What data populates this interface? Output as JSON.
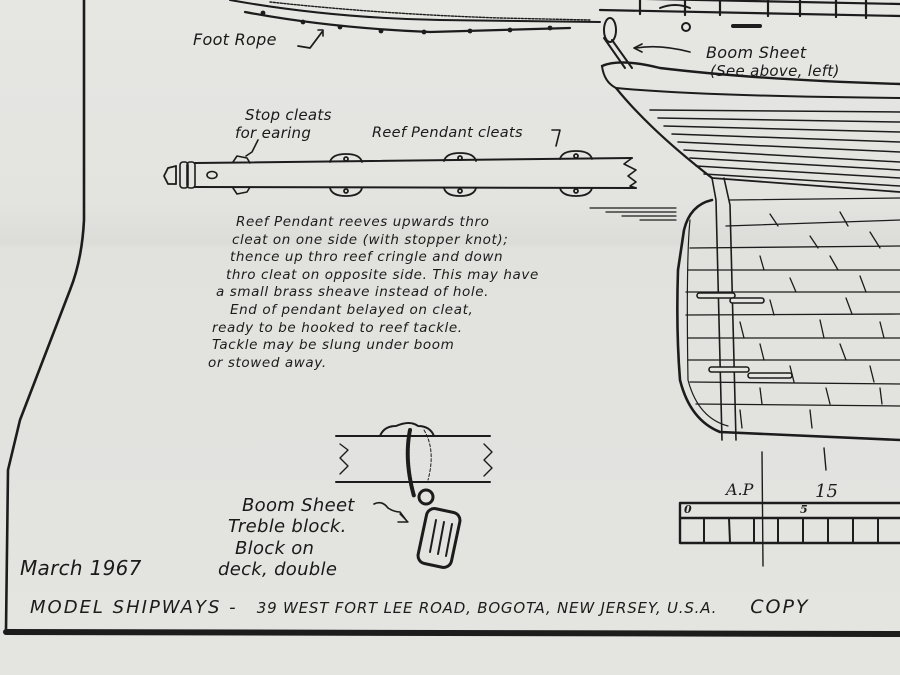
{
  "document": {
    "type": "ship model plan sheet",
    "labels": {
      "foot_rope": "Foot Rope",
      "boom_sheet_ref_line1": "Boom Sheet",
      "boom_sheet_ref_line2": "(See above, left)",
      "stop_cleats_line1": "Stop cleats",
      "stop_cleats_line2": "for earing",
      "reef_pendant_cleats": "Reef Pendant cleats"
    },
    "reef_note": [
      "Reef Pendant reeves upwards thro",
      "cleat on one side (with stopper knot);",
      "thence up thro reef cringle and down",
      "thro cleat on opposite side. This may have",
      "a small brass sheave instead of hole.",
      "End of pendant belayed on cleat,",
      "ready to be hooked to reef tackle.",
      "Tackle may be slung under boom",
      "or stowed away."
    ],
    "boom_sheet_block_note": [
      "Boom Sheet",
      "Treble block.",
      "Block on",
      "deck, double"
    ],
    "date": "March 1967",
    "scale": {
      "station_label": "A.P",
      "station_number": "15",
      "bar_start": "0",
      "bar_mid": "5"
    },
    "footer": {
      "brand": "MODEL SHIPWAYS -",
      "address": "39 WEST FORT LEE ROAD, BOGOTA, NEW JERSEY, U.S.A.",
      "copyright_fragment": "COPY"
    },
    "colors": {
      "paper": "#e4e4e1",
      "ink": "#1c1c1c"
    }
  }
}
